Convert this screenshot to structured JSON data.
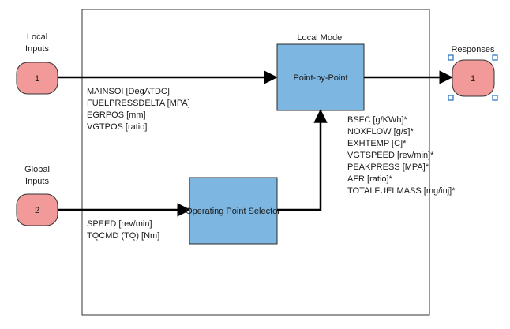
{
  "local_inputs": {
    "label_lines": [
      "Local",
      "Inputs"
    ],
    "port_number": "1",
    "signals": [
      "MAINSOI [DegATDC]",
      "FUELPRESSDELTA [MPA]",
      "EGRPOS [mm]",
      "VGTPOS [ratio]"
    ]
  },
  "global_inputs": {
    "label_lines": [
      "Global",
      "Inputs"
    ],
    "port_number": "2",
    "signals": [
      "SPEED [rev/min]",
      "TQCMD (TQ) [Nm]"
    ]
  },
  "local_model": {
    "title": "Local Model",
    "block_label": "Point-by-Point"
  },
  "operating_point_selector": {
    "block_label": "Operating Point Selector"
  },
  "responses": {
    "label": "Responses",
    "port_number": "1",
    "signals": [
      "BSFC [g/KWh]*",
      "NOXFLOW [g/s]*",
      "EXHTEMP [C]*",
      "VGTSPEED [rev/min]*",
      "PEAKPRESS [MPA]*",
      "AFR [ratio]*",
      "TOTALFUELMASS [mg/inj]*"
    ]
  },
  "colors": {
    "port_fill": "#f29a9a",
    "port_stroke": "#333333",
    "block_fill": "#7db6e0",
    "block_stroke": "#2a2a2a",
    "line": "#000000",
    "selection_handle": "#1f6fc0"
  }
}
